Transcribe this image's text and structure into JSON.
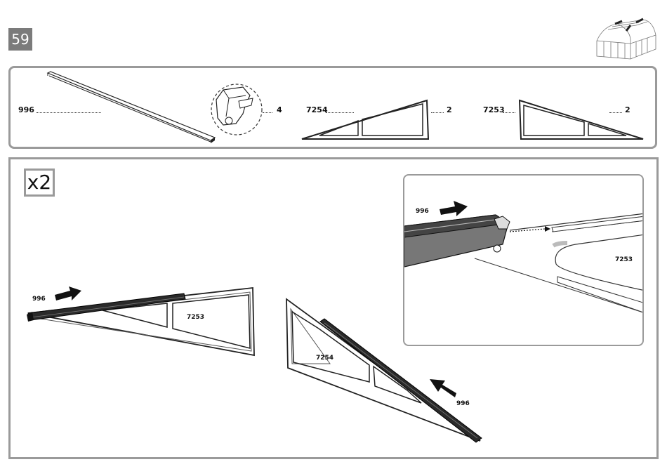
{
  "step": {
    "number": "59"
  },
  "parts": [
    {
      "code": "996",
      "qty": "4"
    },
    {
      "code": "7254",
      "qty": "2"
    },
    {
      "code": "7253",
      "qty": "2"
    }
  ],
  "main": {
    "multiplier": "x2",
    "left_rail_label": "996",
    "left_frame_label": "7253",
    "right_frame_label": "7254",
    "right_rail_label": "996"
  },
  "detail": {
    "rail_label": "996",
    "frame_label": "7253"
  }
}
